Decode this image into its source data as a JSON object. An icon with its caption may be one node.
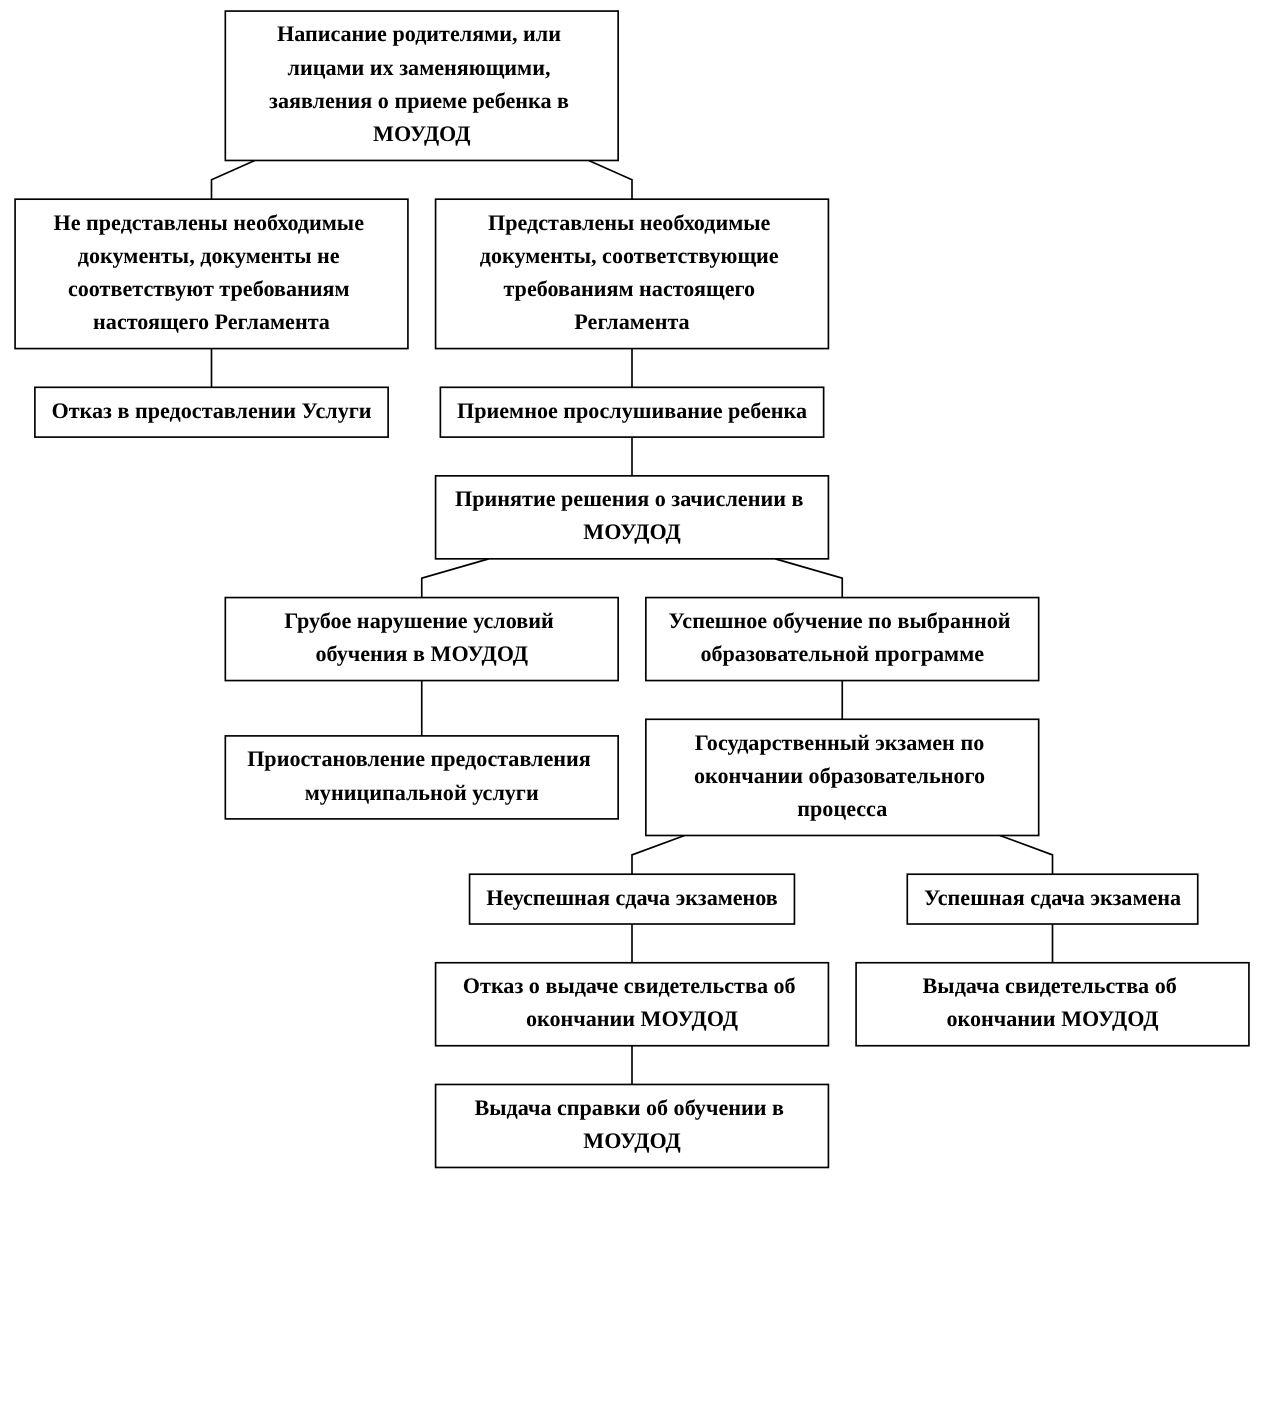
{
  "diagram": {
    "nodes": [
      {
        "text": [
          "Написание родителями, или лицами их заменяющими, заявления о приеме ребенка в МОУДОД"
        ]
      },
      {
        "text": [
          "Не представлены необходимые документы, документы не соответствуют требованиям настоящего Регламента"
        ]
      },
      {
        "text": [
          "Представлены необходимые документы, соответствующие требованиям настоящего Регламента"
        ]
      },
      {
        "text": [
          "Отказ в предоставлении Услуги"
        ]
      },
      {
        "text": [
          "Приемное прослушивание ребенка"
        ]
      },
      {
        "text": [
          "Принятие решения о зачислении в МОУДОД"
        ]
      },
      {
        "text": [
          "Грубое нарушение условий обучения в МОУДОД"
        ]
      },
      {
        "text": [
          "Приостановление предоставления муниципальной услуги"
        ]
      },
      {
        "text": [
          "Успешное обучение по выбранной образовательной программе"
        ]
      },
      {
        "text": [
          "Государственный экзамен по окончании образовательного процесса"
        ]
      },
      {
        "text": [
          "Неуспешная сдача экзаменов"
        ]
      },
      {
        "text": [
          "Успешная сдача экзамена"
        ]
      },
      {
        "text": [
          "Отказ о выдаче свидетельства об окончании МОУДОД"
        ]
      },
      {
        "text": [
          "Выдача свидетельства об окончании МОУДОД"
        ]
      },
      {
        "text": [
          "Выдача справки об обучении в МОУДОД"
        ]
      }
    ],
    "edges": [
      {
        "from": 0,
        "to": 1,
        "arrow": "none"
      },
      {
        "from": 0,
        "to": 2,
        "arrow": "none"
      },
      {
        "from": 1,
        "to": 3,
        "arrow": "none"
      },
      {
        "from": 2,
        "to": 4,
        "arrow": "none"
      },
      {
        "from": 4,
        "to": 5,
        "arrow": "none"
      },
      {
        "from": 5,
        "to": 6,
        "arrow": "none"
      },
      {
        "from": 6,
        "to": 7,
        "arrow": "none"
      },
      {
        "from": 5,
        "to": 8,
        "arrow": "none"
      },
      {
        "from": 8,
        "to": 9,
        "arrow": "none"
      },
      {
        "from": 9,
        "to": 10,
        "arrow": "none"
      },
      {
        "from": 9,
        "to": 11,
        "arrow": "none"
      },
      {
        "from": 10,
        "to": 12,
        "arrow": "none"
      },
      {
        "from": 11,
        "to": 13,
        "arrow": "none"
      },
      {
        "from": 12,
        "to": 14,
        "arrow": "none"
      }
    ]
  }
}
